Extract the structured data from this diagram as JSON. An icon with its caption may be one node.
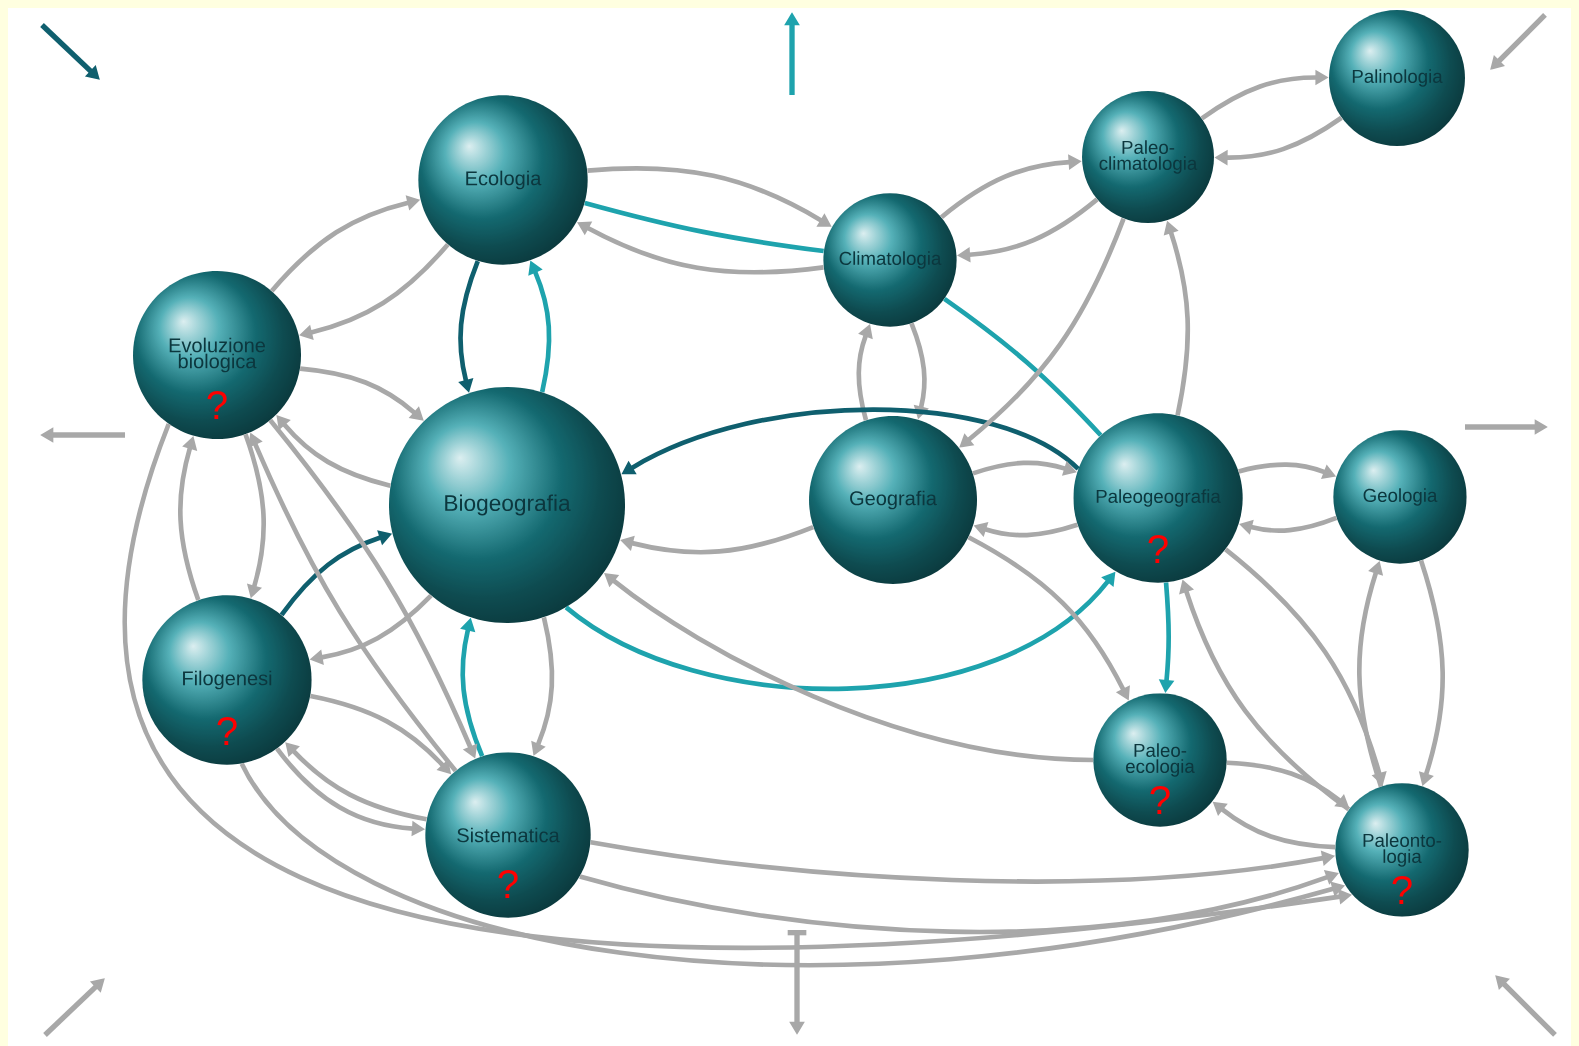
{
  "diagram": {
    "nodes": [
      {
        "text": [
          "Palinologia"
        ]
      },
      {
        "text": [
          "Paleo-climatologia"
        ]
      },
      {
        "text": [
          "Ecologia"
        ]
      },
      {
        "text": [
          "Climatologia"
        ]
      },
      {
        "text": [
          "Evoluzione biologica",
          "?"
        ]
      },
      {
        "text": [
          "Biogeografia"
        ]
      },
      {
        "text": [
          "Geografia"
        ]
      },
      {
        "text": [
          "Paleogeografia",
          "?"
        ]
      },
      {
        "text": [
          "Geologia"
        ]
      },
      {
        "text": [
          "Filogenesi",
          "?"
        ]
      },
      {
        "text": [
          "Paleo-ecologia",
          "?"
        ]
      },
      {
        "text": [
          "Sistematica",
          "?"
        ]
      },
      {
        "text": [
          "Paleonto-logia",
          "?"
        ]
      }
    ],
    "edges": [
      {
        "from": 2,
        "to": 4,
        "arrow": "to"
      },
      {
        "from": 4,
        "to": 2,
        "arrow": "to"
      },
      {
        "from": 2,
        "to": 5,
        "arrow": "to",
        "color": "#0f5f6e"
      },
      {
        "from": 5,
        "to": 2,
        "arrow": "to",
        "color": "#1ea3ad"
      },
      {
        "from": 2,
        "to": 3,
        "arrow": "none",
        "color": "#1ea3ad"
      },
      {
        "from": 3,
        "to": 7,
        "arrow": "none",
        "color": "#1ea3ad"
      },
      {
        "from": 3,
        "to": 2,
        "arrow": "to"
      },
      {
        "from": 2,
        "to": 3,
        "arrow": "to"
      },
      {
        "from": 3,
        "to": 1,
        "arrow": "to"
      },
      {
        "from": 1,
        "to": 3,
        "arrow": "to"
      },
      {
        "from": 1,
        "to": 0,
        "arrow": "to"
      },
      {
        "from": 0,
        "to": 1,
        "arrow": "to"
      },
      {
        "from": 3,
        "to": 6,
        "arrow": "to"
      },
      {
        "from": 6,
        "to": 3,
        "arrow": "to"
      },
      {
        "from": 7,
        "to": 5,
        "arrow": "to",
        "color": "#0f5f6e"
      },
      {
        "from": 1,
        "to": 6,
        "arrow": "to"
      },
      {
        "from": 7,
        "to": 1,
        "arrow": "to"
      },
      {
        "from": 7,
        "to": 6,
        "arrow": "to"
      },
      {
        "from": 6,
        "to": 7,
        "arrow": "to"
      },
      {
        "from": 6,
        "to": 5,
        "arrow": "to"
      },
      {
        "from": 8,
        "to": 7,
        "arrow": "to"
      },
      {
        "from": 7,
        "to": 8,
        "arrow": "to"
      },
      {
        "from": 5,
        "to": 7,
        "arrow": "to",
        "color": "#1ea3ad"
      },
      {
        "from": 7,
        "to": 10,
        "arrow": "to",
        "color": "#1ea3ad"
      },
      {
        "from": 6,
        "to": 10,
        "arrow": "to"
      },
      {
        "from": 10,
        "to": 5,
        "arrow": "to"
      },
      {
        "from": 7,
        "to": 12,
        "arrow": "to"
      },
      {
        "from": 12,
        "to": 7,
        "arrow": "to"
      },
      {
        "from": 8,
        "to": 12,
        "arrow": "to"
      },
      {
        "from": 12,
        "to": 8,
        "arrow": "to"
      },
      {
        "from": 12,
        "to": 10,
        "arrow": "to"
      },
      {
        "from": 10,
        "to": 12,
        "arrow": "to"
      },
      {
        "from": 5,
        "to": 4,
        "arrow": "to"
      },
      {
        "from": 4,
        "to": 5,
        "arrow": "to"
      },
      {
        "from": 4,
        "to": 9,
        "arrow": "to"
      },
      {
        "from": 9,
        "to": 4,
        "arrow": "to"
      },
      {
        "from": 5,
        "to": 9,
        "arrow": "to"
      },
      {
        "from": 9,
        "to": 5,
        "arrow": "to",
        "color": "#0f5f6e"
      },
      {
        "from": 5,
        "to": 11,
        "arrow": "to"
      },
      {
        "from": 11,
        "to": 5,
        "arrow": "to",
        "color": "#1ea3ad"
      },
      {
        "from": 11,
        "to": 9,
        "arrow": "to"
      },
      {
        "from": 9,
        "to": 11,
        "arrow": "to"
      },
      {
        "from": 9,
        "to": 11,
        "arrow": "to"
      },
      {
        "from": 4,
        "to": 11,
        "arrow": "to"
      },
      {
        "from": 11,
        "to": 4,
        "arrow": "to"
      },
      {
        "from": 11,
        "to": 12,
        "arrow": "to"
      },
      {
        "from": 11,
        "to": 12,
        "arrow": "to"
      },
      {
        "from": 9,
        "to": 12,
        "arrow": "to"
      },
      {
        "from": 4,
        "to": 12,
        "arrow": "to"
      }
    ]
  }
}
